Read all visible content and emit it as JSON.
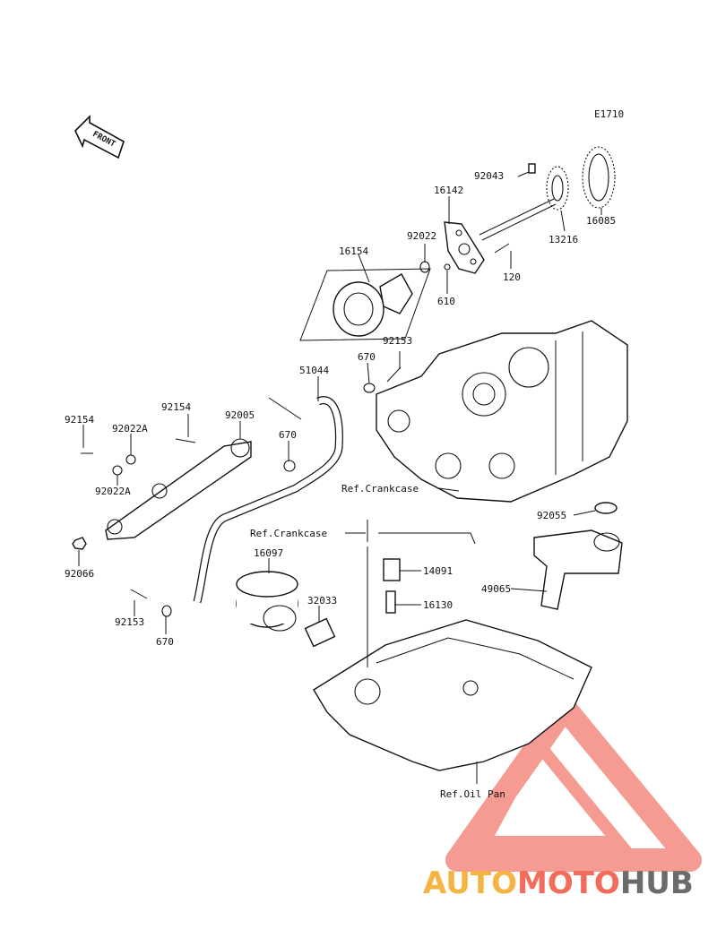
{
  "diagram": {
    "code": "E1710",
    "front_arrow_text": "FRONT",
    "part_labels": {
      "p92043": "92043",
      "p16142": "16142",
      "p16085": "16085",
      "p13216": "13216",
      "p92022": "92022",
      "p16154": "16154",
      "p120": "120",
      "p610": "610",
      "p92153_top": "92153",
      "p670_top": "670",
      "p51044": "51044",
      "p92154_a": "92154",
      "p92005": "92005",
      "p92154_b": "92154",
      "p92022A_top": "92022A",
      "p670_mid": "670",
      "p92022A_bot": "92022A",
      "p92055": "92055",
      "p16097": "16097",
      "p14091": "14091",
      "p32033": "32033",
      "p16130": "16130",
      "p49065": "49065",
      "p92066": "92066",
      "p92153_bot": "92153",
      "p670_bot": "670"
    },
    "references": {
      "crankcase_1": "Ref.Crankcase",
      "crankcase_2": "Ref.Crankcase",
      "oil_pan": "Ref.Oil Pan"
    }
  },
  "watermark": {
    "text_part1": "AUTO",
    "text_part2": "MOTO",
    "text_part3": "HUB",
    "colors": {
      "orange": "#f5b342",
      "red": "#f26b5b",
      "gray": "#6b6b6b",
      "triangle": "#f48a7e"
    }
  }
}
